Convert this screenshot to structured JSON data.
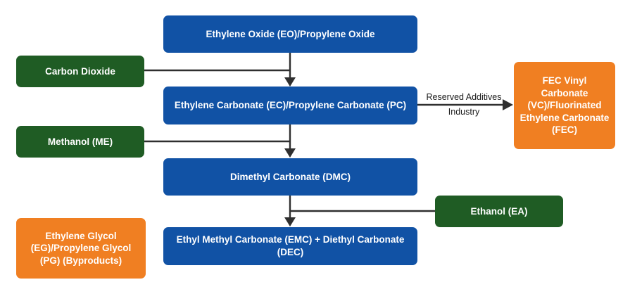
{
  "diagram": {
    "background": "#ffffff",
    "colors": {
      "intermediate_blue": "#1152a5",
      "feedstock_green": "#1f5c24",
      "product_orange": "#f07f22",
      "arrow": "#2f2f2f",
      "edge_label_text": "#1a1a1a",
      "node_text": "#ffffff"
    },
    "nodes": [
      {
        "id": "ethylene-oxide",
        "label": "Ethylene Oxide (EO)/Propylene Oxide",
        "color_role": "intermediate_blue"
      },
      {
        "id": "carbon-dioxide",
        "label": "Carbon Dioxide",
        "color_role": "feedstock_green"
      },
      {
        "id": "ethylene-carbonate",
        "label": "Ethylene Carbonate (EC)/Propylene Carbonate (PC)",
        "color_role": "intermediate_blue"
      },
      {
        "id": "fec-vinyl-carbonate",
        "label": "FEC Vinyl Carbonate (VC)/Fluorinated Ethylene Carbonate (FEC)",
        "color_role": "product_orange"
      },
      {
        "id": "methanol",
        "label": "Methanol (ME)",
        "color_role": "feedstock_green"
      },
      {
        "id": "dimethyl-carbonate",
        "label": "Dimethyl Carbonate (DMC)",
        "color_role": "intermediate_blue"
      },
      {
        "id": "ethanol",
        "label": "Ethanol (EA)",
        "color_role": "feedstock_green"
      },
      {
        "id": "ethylene-glycol",
        "label": "Ethylene Glycol (EG)/Propylene Glycol (PG) (Byproducts)",
        "color_role": "product_orange"
      },
      {
        "id": "ethyl-methyl-carbonate",
        "label": "Ethyl Methyl Carbonate (EMC) + Diethyl Carbonate (DEC)",
        "color_role": "intermediate_blue"
      }
    ],
    "edge_label": {
      "line1": "Reserved Additives",
      "line2": "Industry"
    }
  }
}
